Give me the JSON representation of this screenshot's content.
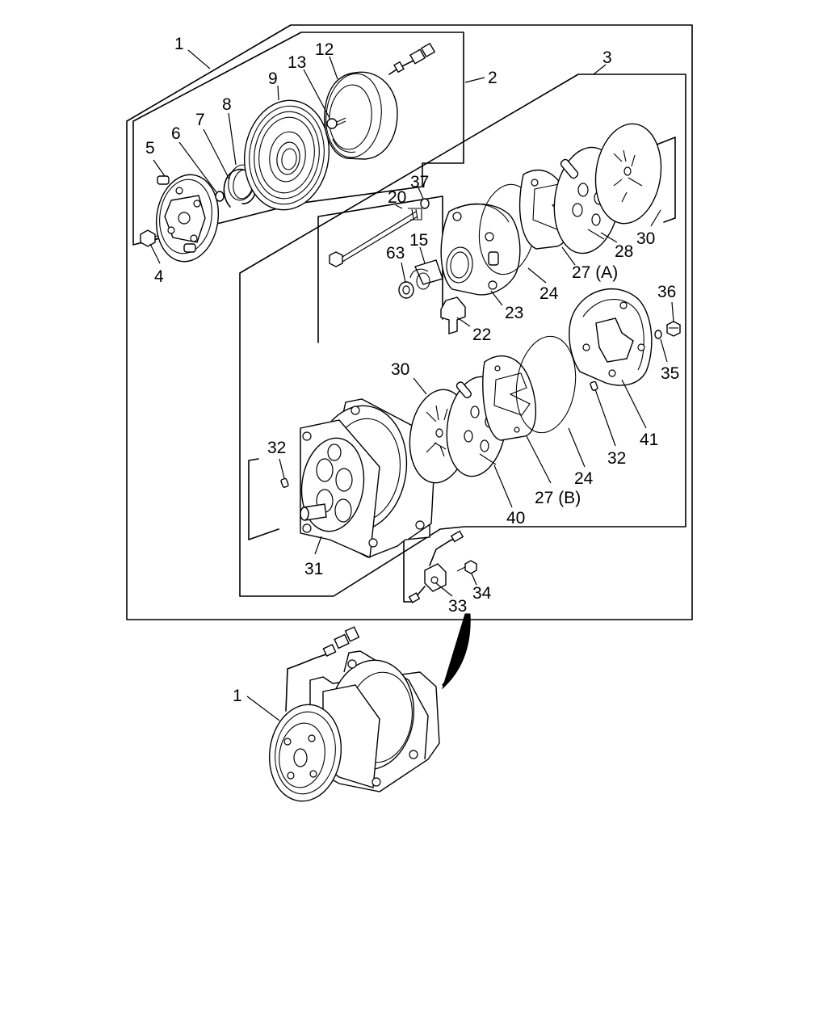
{
  "callouts": {
    "c1_top": "1",
    "c2": "2",
    "c3": "3",
    "c4": "4",
    "c5": "5",
    "c6": "6",
    "c7": "7",
    "c8": "8",
    "c9": "9",
    "c12": "12",
    "c13": "13",
    "c15": "15",
    "c20": "20",
    "c22": "22",
    "c23": "23",
    "c24_top": "24",
    "c24_bot": "24",
    "c27a": "27 (A)",
    "c27b": "27 (B)",
    "c28": "28",
    "c30_top": "30",
    "c30_bot": "30",
    "c31": "31",
    "c32_left": "32",
    "c32_right": "32",
    "c33": "33",
    "c34": "34",
    "c35": "35",
    "c36": "36",
    "c37": "37",
    "c40": "40",
    "c41": "41",
    "c63": "63",
    "c1_bottom": "1"
  }
}
